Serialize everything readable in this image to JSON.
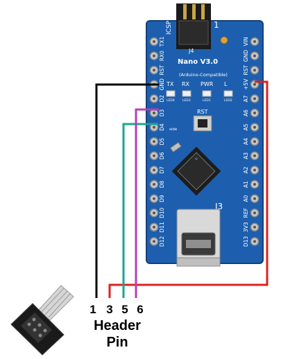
{
  "board": {
    "name": "Nano V3.0",
    "subtitle": "(Arduino-Compatible)",
    "icsp_label": "ICSP",
    "icsp_number": "1",
    "j4_label": "J4",
    "j3_label": "J3",
    "rst_button_label": "RST",
    "left_pins": [
      "TX1",
      "RX0",
      "RST",
      "GND",
      "D2",
      "D3",
      "D4",
      "D5",
      "D6",
      "D7",
      "D8",
      "D9",
      "D10",
      "D11",
      "D12"
    ],
    "right_pins": [
      "VIN",
      "GND",
      "RST",
      "+5V",
      "A7",
      "A6",
      "A5",
      "A4",
      "A3",
      "A2",
      "A1",
      "A0",
      "REF",
      "3V3",
      "D13"
    ],
    "leds": [
      "TX",
      "RX",
      "PWR",
      "L"
    ],
    "led_codes": [
      "LED4",
      "LED3",
      "LED1",
      "LED2"
    ],
    "small_label": "side"
  },
  "wires": {
    "black": "#000000",
    "red": "#e0201e",
    "teal": "#1aa593",
    "purple": "#b43fb6"
  },
  "header": {
    "pin_numbers": [
      "1",
      "3",
      "5",
      "6"
    ],
    "label_line1": "Header",
    "label_line2": "Pin"
  }
}
